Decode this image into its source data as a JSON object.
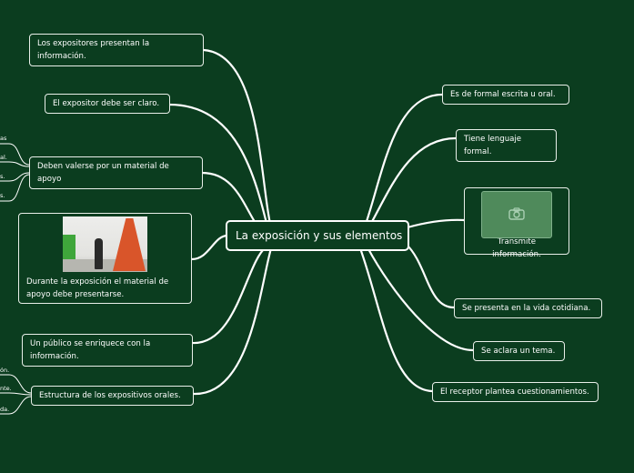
{
  "map": {
    "central": "La exposición y sus elementos",
    "left": [
      {
        "text": "Los expositores presentan la información."
      },
      {
        "text": "El expositor debe ser claro."
      },
      {
        "text": "Deben valerse por un material de apoyo",
        "sub": [
          "as",
          "al.",
          "s.",
          "s."
        ]
      },
      {
        "text": "Durante la exposición el material de apoyo debe presentarse."
      },
      {
        "text": "Un público se enriquece con la información."
      },
      {
        "text": "Estructura de los expositivos orales.",
        "sub": [
          "ón.",
          "nte.",
          "da."
        ]
      }
    ],
    "right": [
      {
        "text": "Es de formal escrita u oral."
      },
      {
        "text": "Tiene lenguaje formal."
      },
      {
        "text": "Transmite información."
      },
      {
        "text": "Se presenta en la vida cotidiana."
      },
      {
        "text": "Se aclara un tema."
      },
      {
        "text": "El receptor plantea cuestionamientos."
      }
    ]
  },
  "icons": {
    "photo": "exhibition-photo",
    "camera": "camera-icon"
  },
  "colors": {
    "background": "#0b3d1f",
    "line": "#ffffff"
  }
}
